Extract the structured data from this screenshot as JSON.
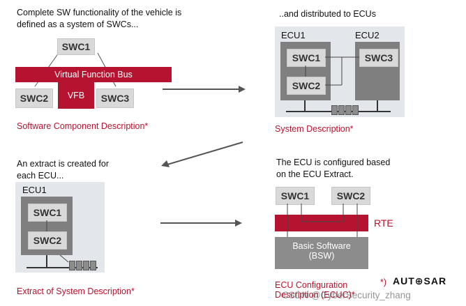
{
  "step1": {
    "caption": "Complete SW functionality of the vehicle is\ndefined as a system of SWCs...",
    "swc1": "SWC1",
    "swc2": "SWC2",
    "swc3": "SWC3",
    "vfb_bar": "Virtual Function Bus",
    "vfb_short": "VFB",
    "footer": "Software Component Description*"
  },
  "step2": {
    "caption": "..and distributed to ECUs",
    "ecu1": "ECU1",
    "ecu2": "ECU2",
    "swc1": "SWC1",
    "swc2": "SWC2",
    "swc3": "SWC3",
    "footer": "System Description*"
  },
  "step3": {
    "caption": "An extract is created for\neach ECU...",
    "ecu1": "ECU1",
    "swc1": "SWC1",
    "swc2": "SWC2",
    "footer": "Extract of System Description*"
  },
  "step4": {
    "caption": "The ECU is configured based\non the ECU Extract.",
    "swc1": "SWC1",
    "swc2": "SWC2",
    "rte": "RTE",
    "bsw": "Basic Software\n(BSW)",
    "footer": "ECU Configuration\nDescription (ECUC)*"
  },
  "footnote_marker": "*)",
  "logo": "AUT⊕SAR",
  "watermark": "CSDN @CyberSecurity_zhang",
  "colors": {
    "accent": "#b5132f",
    "panel": "#e3e6ea",
    "ecu": "#7f7f7f",
    "swc": "#d9d9d9"
  }
}
